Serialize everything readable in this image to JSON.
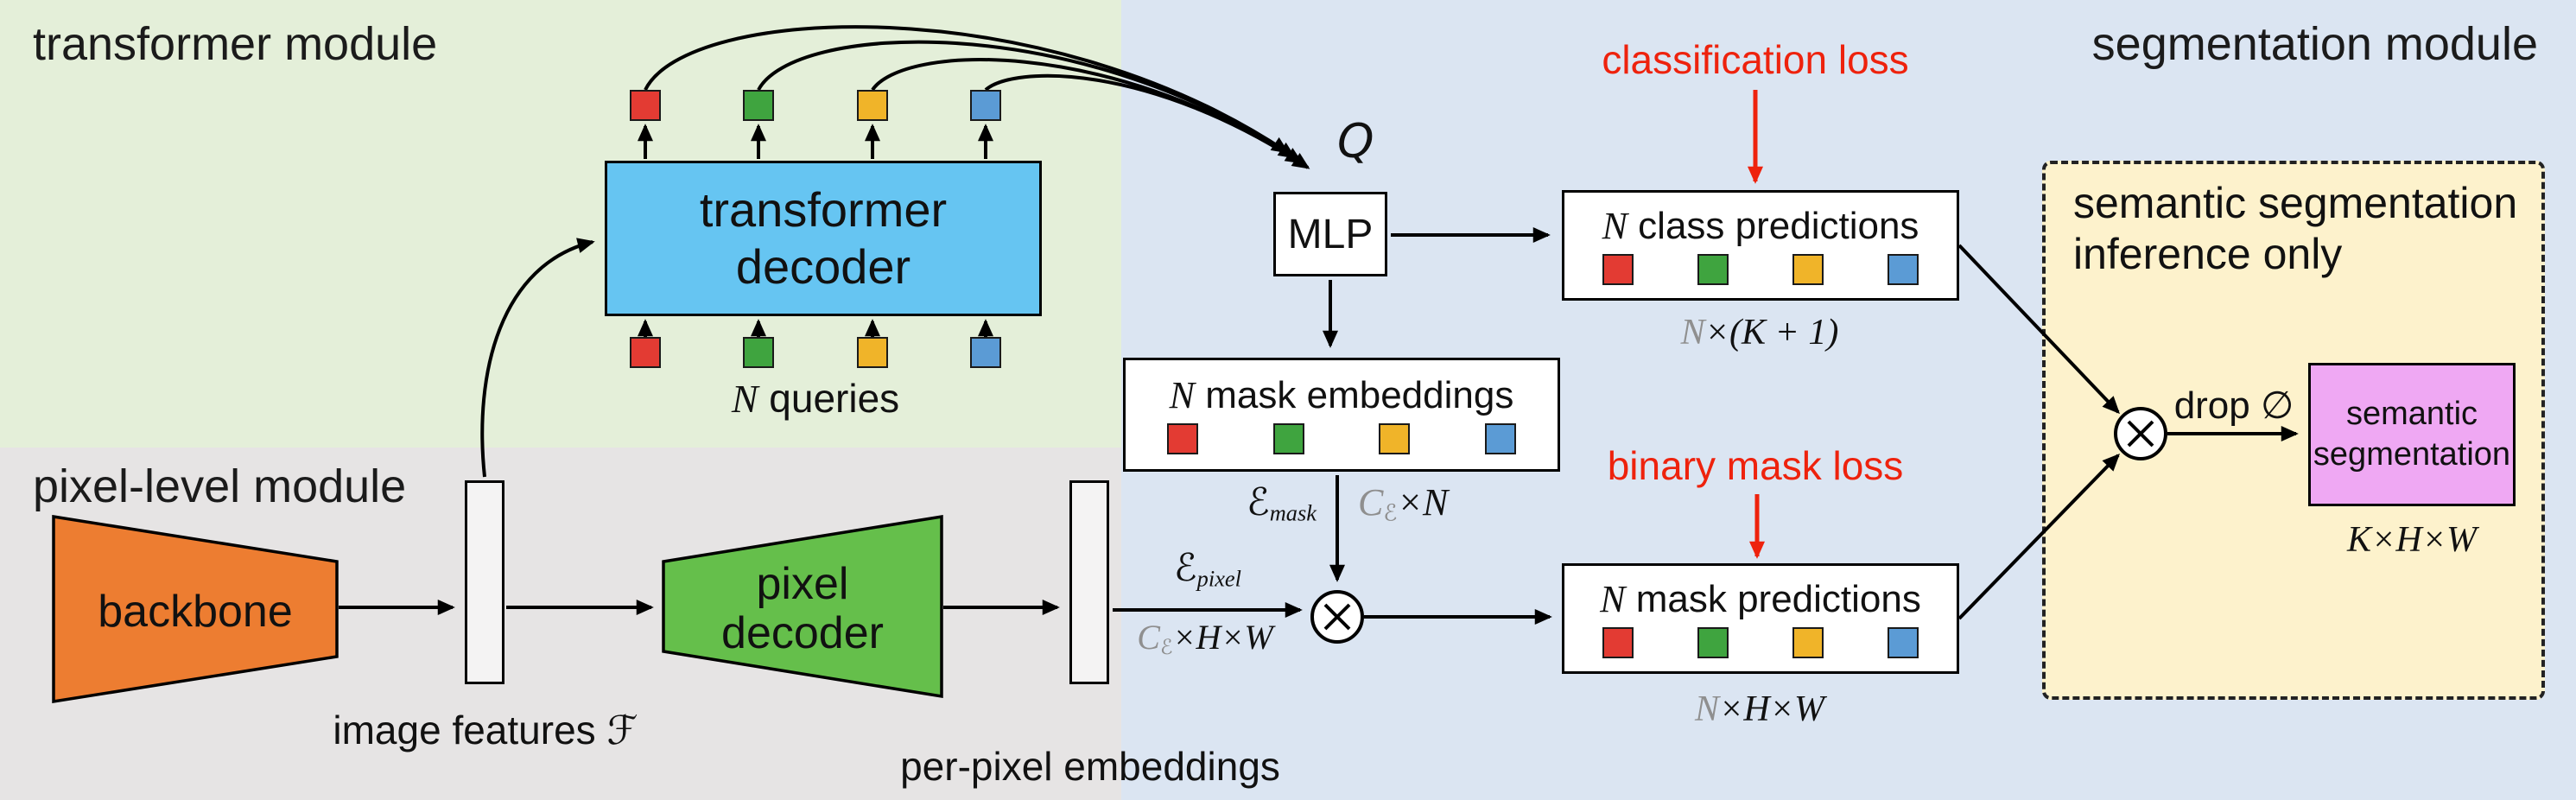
{
  "colors": {
    "transformer_region_bg": "#e4efd9",
    "pixel_region_bg": "#e6e4e4",
    "segmentation_region_bg": "#dbe5f2",
    "inference_box_bg": "#fdf2cc",
    "decoder_box_blue": "#66c5f2",
    "backbone_orange": "#ed7d31",
    "pixel_decoder_green": "#65bf4b",
    "semantic_box_pink": "#efa8f3",
    "loss_text_red": "#ee220d",
    "math_gray": "#8f8f8f",
    "token_palette": [
      "#e33b33",
      "#3fa43f",
      "#f0b429",
      "#5b9bd5"
    ]
  },
  "regions": {
    "transformer": {
      "label": "transformer module"
    },
    "pixel_level": {
      "label": "pixel-level module"
    },
    "segmentation": {
      "label": "segmentation module"
    }
  },
  "inference_box": {
    "title_line1": "semantic segmentation",
    "title_line2": "inference only"
  },
  "nodes": {
    "transformer_decoder": {
      "line1": "transformer",
      "line2": "decoder"
    },
    "backbone": {
      "label": "backbone"
    },
    "pixel_decoder": {
      "line1": "pixel",
      "line2": "decoder"
    },
    "mlp": {
      "label": "MLP"
    },
    "class_predictions": {
      "n": "N",
      "rest": " class predictions"
    },
    "mask_embeddings": {
      "n": "N",
      "rest": " mask embeddings"
    },
    "mask_predictions": {
      "n": "N",
      "rest": " mask predictions"
    },
    "semantic_segmentation": {
      "line1": "semantic",
      "line2": "segmentation"
    }
  },
  "labels": {
    "n_queries": {
      "n": "N",
      "rest": " queries"
    },
    "image_features": {
      "text": "image features ",
      "symbol": "ℱ"
    },
    "per_pixel_embeddings": "per-pixel embeddings",
    "queries_symbol": "Q",
    "classification_loss": "classification loss",
    "binary_mask_loss": "binary mask loss",
    "drop_empty": "drop ∅"
  },
  "math": {
    "class_dim": {
      "gray": "N",
      "black": "×(K + 1)"
    },
    "embed_dim": {
      "gray_base": "C",
      "gray_sub": "ℰ",
      "black": "×N"
    },
    "mask_embed_symbol": {
      "base": "ℰ",
      "sub": "mask"
    },
    "pixel_embed_symbol": {
      "base": "ℰ",
      "sub": "pixel"
    },
    "pixel_dim": {
      "gray_base": "C",
      "gray_sub": "ℰ",
      "black": "×H×W"
    },
    "mask_pred_dim": {
      "gray": "N",
      "black": "×H×W"
    },
    "output_dim": "K×H×W"
  }
}
